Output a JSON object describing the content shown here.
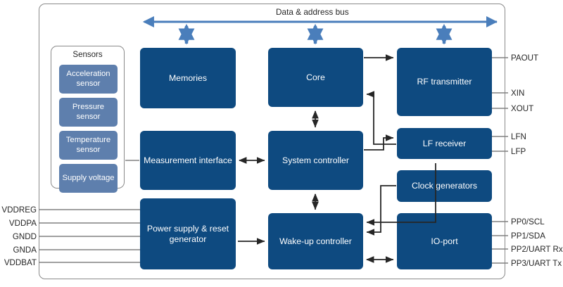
{
  "diagram": {
    "bus_label": "Data & address bus",
    "accent_blue": "#4a7ebb",
    "block_navy": "#0e4a80",
    "sensor_blue": "#5e7fad",
    "border_gray": "#8a8a8a",
    "line_gray": "#808080",
    "arrow_dark": "#262626"
  },
  "sensors": {
    "title": "Sensors",
    "items": [
      {
        "label": "Acceleration sensor"
      },
      {
        "label": "Pressure sensor"
      },
      {
        "label": "Temperature sensor"
      },
      {
        "label": "Supply voltage"
      }
    ]
  },
  "blocks": [
    {
      "id": "memories",
      "label": "Memories"
    },
    {
      "id": "core",
      "label": "Core"
    },
    {
      "id": "rf-transmitter",
      "label": "RF transmitter"
    },
    {
      "id": "measurement-interface",
      "label": "Measurement interface"
    },
    {
      "id": "system-controller",
      "label": "System controller"
    },
    {
      "id": "lf-receiver",
      "label": "LF receiver"
    },
    {
      "id": "clock-generators",
      "label": "Clock generators"
    },
    {
      "id": "power-supply",
      "label": "Power supply & reset generator"
    },
    {
      "id": "wakeup-controller",
      "label": "Wake-up controller"
    },
    {
      "id": "io-port",
      "label": "IO-port"
    }
  ],
  "pins": {
    "left": [
      {
        "name": "VDDREG"
      },
      {
        "name": "VDDPA"
      },
      {
        "name": "GNDD"
      },
      {
        "name": "GNDA"
      },
      {
        "name": "VDDBAT"
      }
    ],
    "right": [
      {
        "name": "PAOUT"
      },
      {
        "name": "XIN"
      },
      {
        "name": "XOUT"
      },
      {
        "name": "LFN"
      },
      {
        "name": "LFP"
      },
      {
        "name": "PP0/SCL"
      },
      {
        "name": "PP1/SDA"
      },
      {
        "name": "PP2/UART Rx"
      },
      {
        "name": "PP3/UART Tx"
      }
    ]
  }
}
